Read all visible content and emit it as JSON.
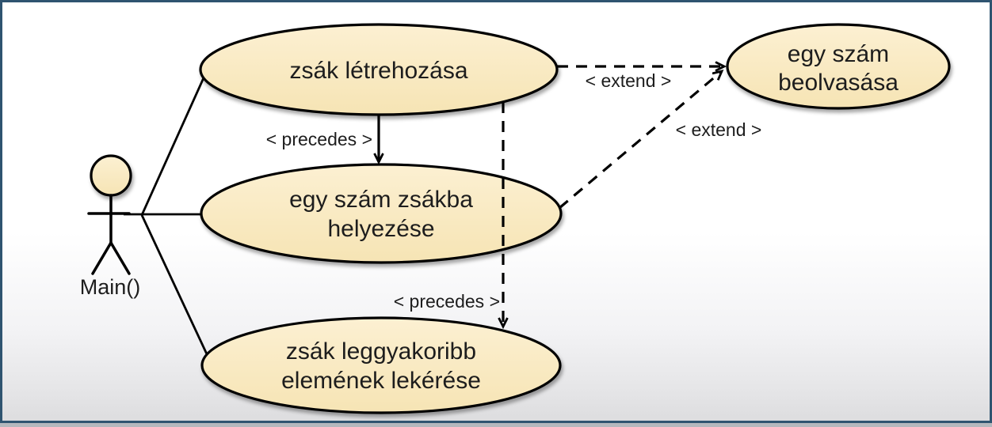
{
  "diagram": {
    "kind": "UML use case diagram",
    "actor": {
      "name": "Main()"
    },
    "use_cases": [
      {
        "id": "zsak-letrehozasa",
        "label": "zsák létrehozása",
        "lines": [
          "zsák létrehozása",
          ""
        ]
      },
      {
        "id": "egy-szam-beolvasasa",
        "label": "egy szám beolvasása",
        "lines": [
          "egy szám",
          "beolvasása"
        ]
      },
      {
        "id": "egy-szam-zsakba-helyezese",
        "label": "egy szám zsákba helyezése",
        "lines": [
          "egy szám zsákba",
          "helyezése"
        ]
      },
      {
        "id": "zsak-leggyakoribb-elemenek-lekerese",
        "label": "zsák leggyakoribb elemének lekérése",
        "lines": [
          "zsák leggyakoribb",
          "elemének lekérése"
        ]
      }
    ],
    "associations": [
      {
        "from": "Main()",
        "to": "zsák létrehozása"
      },
      {
        "from": "Main()",
        "to": "egy szám zsákba helyezése"
      },
      {
        "from": "Main()",
        "to": "zsák leggyakoribb elemének lekérése"
      }
    ],
    "relations": [
      {
        "label": "< precedes >",
        "from": "zsák létrehozása",
        "to": "egy szám zsákba helyezése",
        "line": "solid"
      },
      {
        "label": "< precedes >",
        "from": "zsák létrehozása",
        "to": "zsák leggyakoribb elemének lekérése",
        "line": "dashed"
      },
      {
        "label": "< extend >",
        "from": "zsák létrehozása",
        "to": "egy szám beolvasása",
        "line": "dashed"
      },
      {
        "label": "< extend >",
        "from": "egy szám zsákba helyezése",
        "to": "egy szám beolvasása",
        "line": "dashed"
      }
    ],
    "colors": {
      "shape_fill": "#FAECC4",
      "shape_stroke": "#000000",
      "text": "#1D1D1D",
      "frame_border": "#2F5470"
    }
  }
}
